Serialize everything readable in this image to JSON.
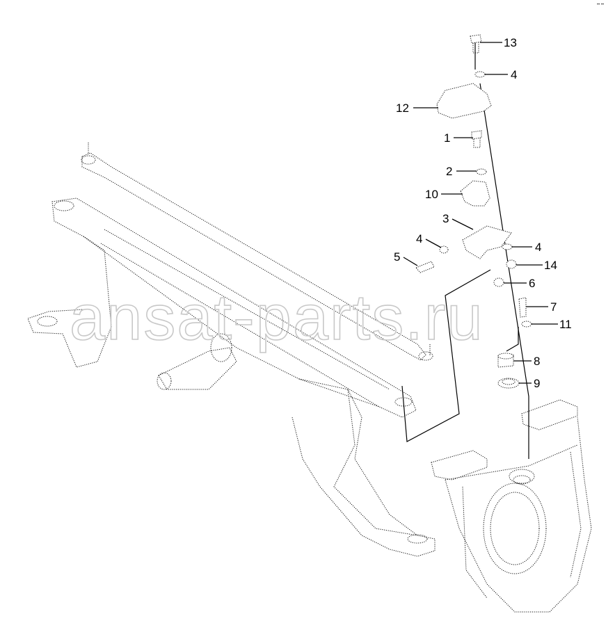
{
  "watermark": "ansat-parts.ru",
  "corner_mark": "•• ••",
  "callouts": {
    "c13": "13",
    "c4a": "4",
    "c12": "12",
    "c1": "1",
    "c2": "2",
    "c10": "10",
    "c3": "3",
    "c4b": "4",
    "c4c": "4",
    "c5": "5",
    "c14": "14",
    "c6": "6",
    "c7": "7",
    "c11": "11",
    "c8": "8",
    "c9": "9"
  }
}
